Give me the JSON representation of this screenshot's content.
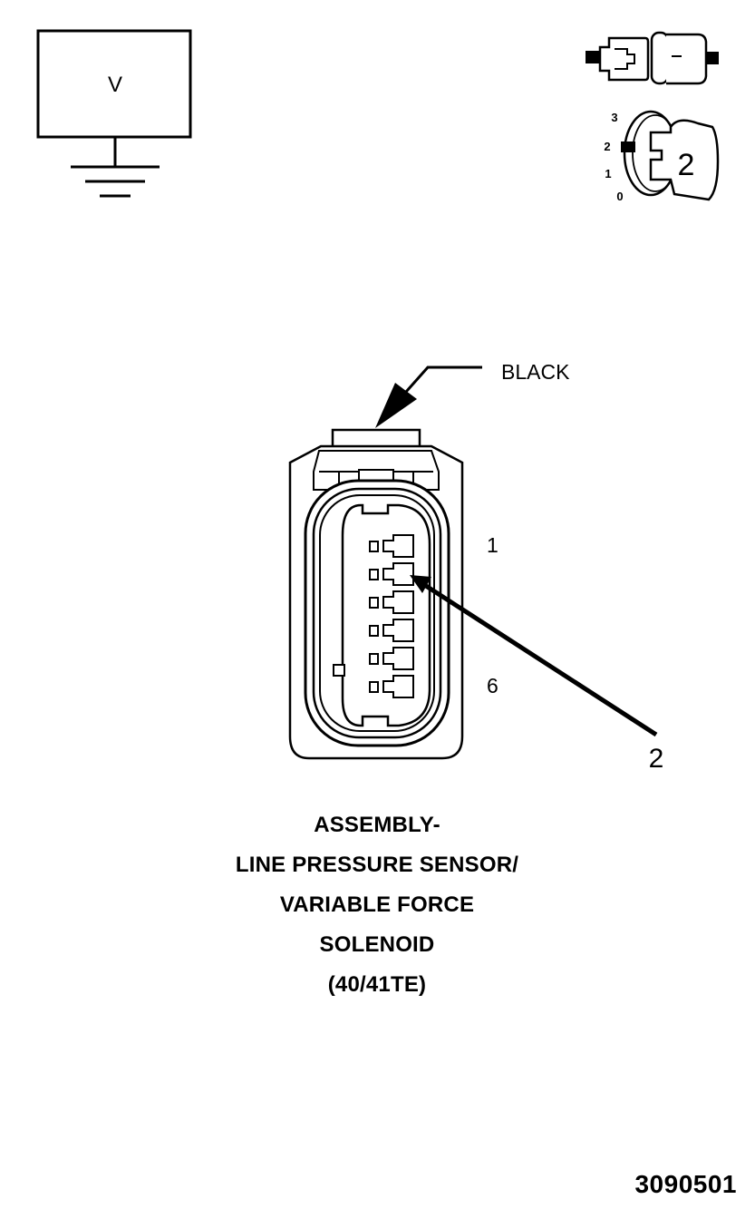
{
  "voltmeter": {
    "symbol": "V",
    "icon": "voltmeter-ground-icon"
  },
  "connector_icon": {
    "icon": "disconnected-connector-icon"
  },
  "ignition_icon": {
    "icon": "ignition-key-position-icon",
    "positions": [
      "3",
      "2",
      "1",
      "0"
    ],
    "key_label": "2"
  },
  "connector": {
    "color_label": "BLACK",
    "pin_first": "1",
    "pin_last": "6",
    "callout": "2",
    "pin_count": 6
  },
  "title": {
    "lines": [
      "ASSEMBLY-",
      "LINE PRESSURE SENSOR/",
      "VARIABLE FORCE",
      "SOLENOID",
      "(40/41TE)"
    ]
  },
  "figure_id": "3090501"
}
